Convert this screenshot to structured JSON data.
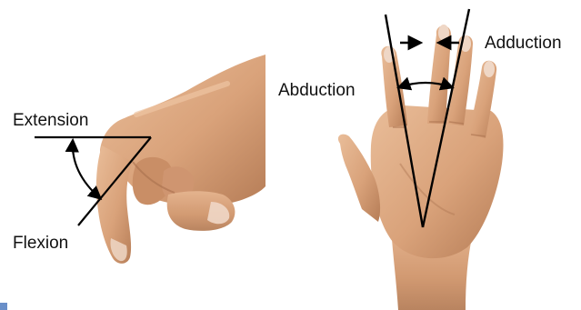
{
  "labels": {
    "extension": "Extension",
    "flexion": "Flexion",
    "abduction": "Abduction",
    "adduction": "Adduction"
  },
  "colors": {
    "skin_base": "#d9a27a",
    "skin_light": "#e7b894",
    "skin_shadow": "#b07854",
    "nail": "#efd7c6",
    "line": "#000000",
    "text": "#111111",
    "corner_mark": "#6a8fc8"
  }
}
